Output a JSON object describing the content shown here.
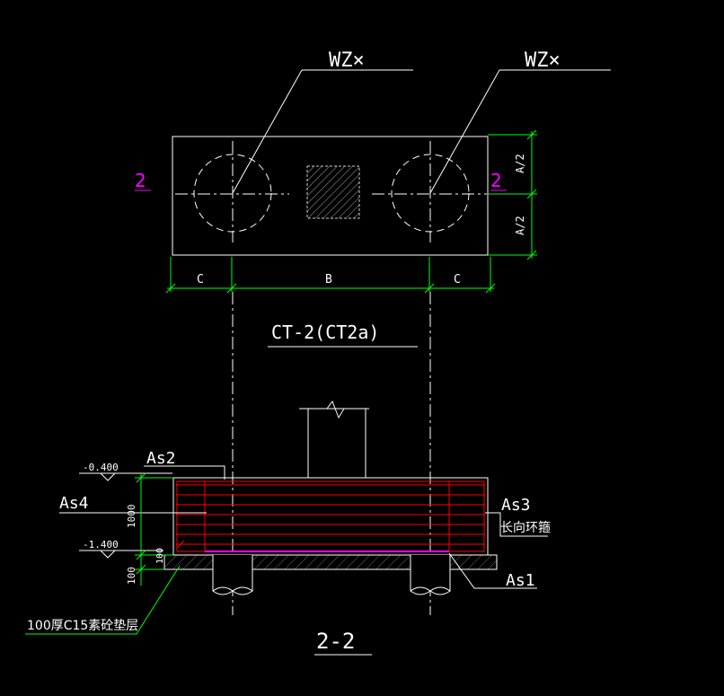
{
  "colors": {
    "background": "#000000",
    "line": "#ffffff",
    "dimension": "#00ff00",
    "rebar": "#ff0000",
    "section_mark": "#ff00ff"
  },
  "plan": {
    "pile_labels": [
      "WZ×",
      "WZ×"
    ],
    "section_marks": [
      "2",
      "2"
    ],
    "dim_right": [
      "A/2",
      "A/2"
    ],
    "dim_bottom": [
      "C",
      "B",
      "C"
    ],
    "title": "CT-2(CT2a)"
  },
  "section": {
    "title": "2-2",
    "elev_top": "-0.400",
    "elev_bottom": "-1.400",
    "dim_height": "1000",
    "dim_cushion": "100",
    "dim_cover": "100",
    "rebar_labels": {
      "as1": "As1",
      "as2": "As2",
      "as3": "As3",
      "as4": "As4"
    },
    "stirrup_note": "长向环箍",
    "cushion_note": "100厚C15素砼垫层"
  },
  "icons": [
    "column-hatch-icon",
    "break-line-icon",
    "pile-circle-icon",
    "elevation-marker-icon"
  ]
}
